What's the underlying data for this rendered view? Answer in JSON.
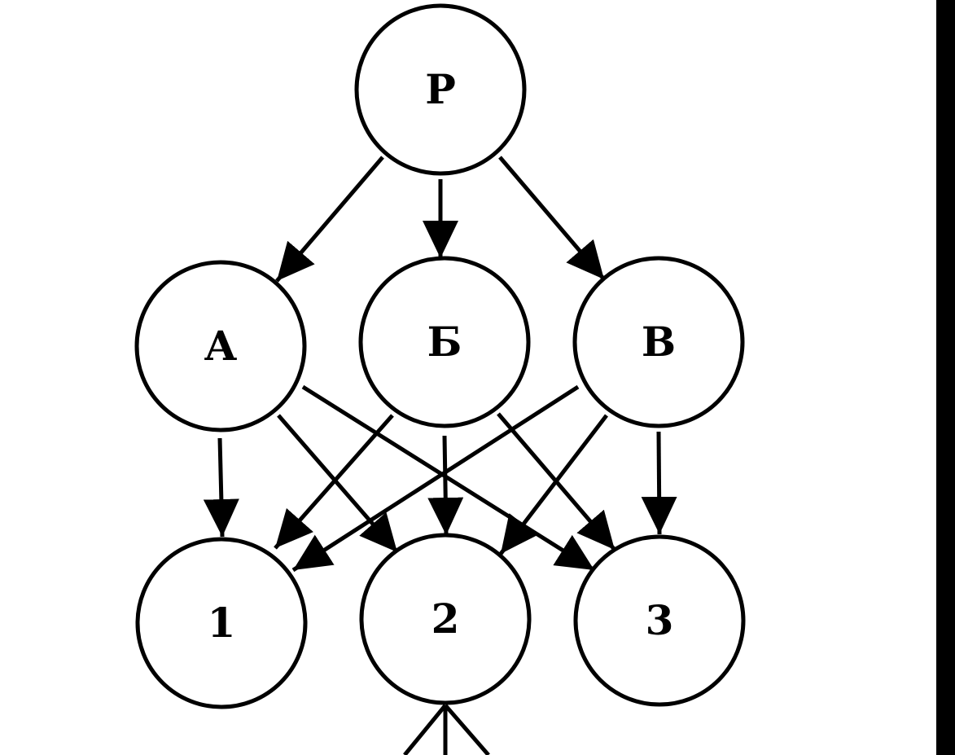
{
  "colors": {
    "background": "#ffffff",
    "ink": "#000000"
  },
  "nodes": [
    {
      "id": "P",
      "label": "P",
      "row": "top"
    },
    {
      "id": "A",
      "label": "А",
      "row": "middle"
    },
    {
      "id": "B6",
      "label": "Б",
      "row": "middle"
    },
    {
      "id": "V",
      "label": "В",
      "row": "middle"
    },
    {
      "id": "n1",
      "label": "1",
      "row": "bottom"
    },
    {
      "id": "n2",
      "label": "2",
      "row": "bottom"
    },
    {
      "id": "n3",
      "label": "3",
      "row": "bottom"
    }
  ],
  "edges": [
    {
      "from": "P",
      "to": "A"
    },
    {
      "from": "P",
      "to": "B6"
    },
    {
      "from": "P",
      "to": "V"
    },
    {
      "from": "A",
      "to": "n1"
    },
    {
      "from": "A",
      "to": "n2"
    },
    {
      "from": "A",
      "to": "n3"
    },
    {
      "from": "B6",
      "to": "n1"
    },
    {
      "from": "B6",
      "to": "n2"
    },
    {
      "from": "B6",
      "to": "n3"
    },
    {
      "from": "V",
      "to": "n1"
    },
    {
      "from": "V",
      "to": "n2"
    },
    {
      "from": "V",
      "to": "n3"
    }
  ],
  "dangling_edges_into": "n2"
}
